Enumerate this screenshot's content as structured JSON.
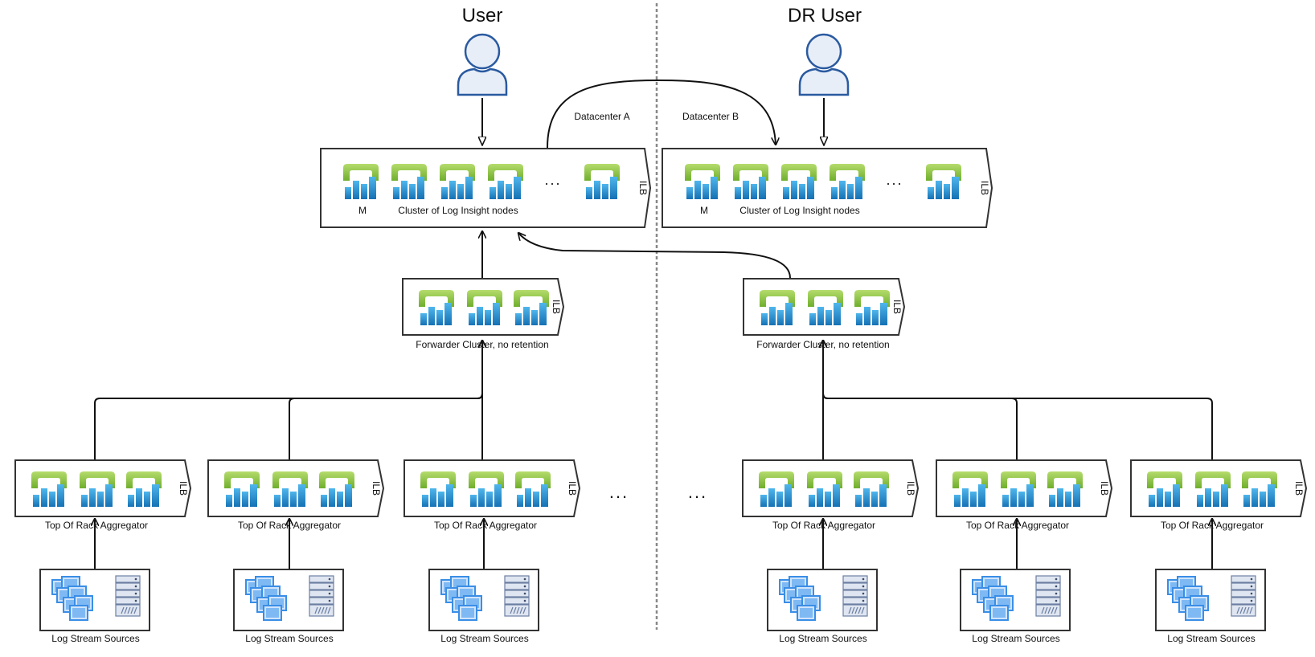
{
  "users": {
    "primary": "User",
    "dr": "DR User"
  },
  "datacenters": {
    "a": "Datacenter A",
    "b": "Datacenter B"
  },
  "main_clusters": {
    "master_label": "M",
    "cluster_label": "Cluster of Log Insight nodes",
    "ellipsis": "...",
    "ilb_label": "ILB"
  },
  "forwarders": {
    "label": "Forwarder Cluster, no retention",
    "ilb_label": "ILB"
  },
  "aggregators": {
    "label": "Top Of Rack Aggregator",
    "ilb_label": "ILB",
    "more_left": "...",
    "more_right": "..."
  },
  "sources": {
    "label": "Log Stream Sources"
  },
  "icons": {
    "node": "log-insight-node-icon",
    "user": "user-icon",
    "vm_stack": "vm-stack-icon",
    "server": "server-rack-icon"
  },
  "colors": {
    "node_green": "#8cc63f",
    "node_blue": "#1f8fcf",
    "user_fill": "#e8eef8",
    "user_stroke": "#2a5aa0",
    "vm_blue": "#3a8ee6",
    "divider": "#888888"
  }
}
